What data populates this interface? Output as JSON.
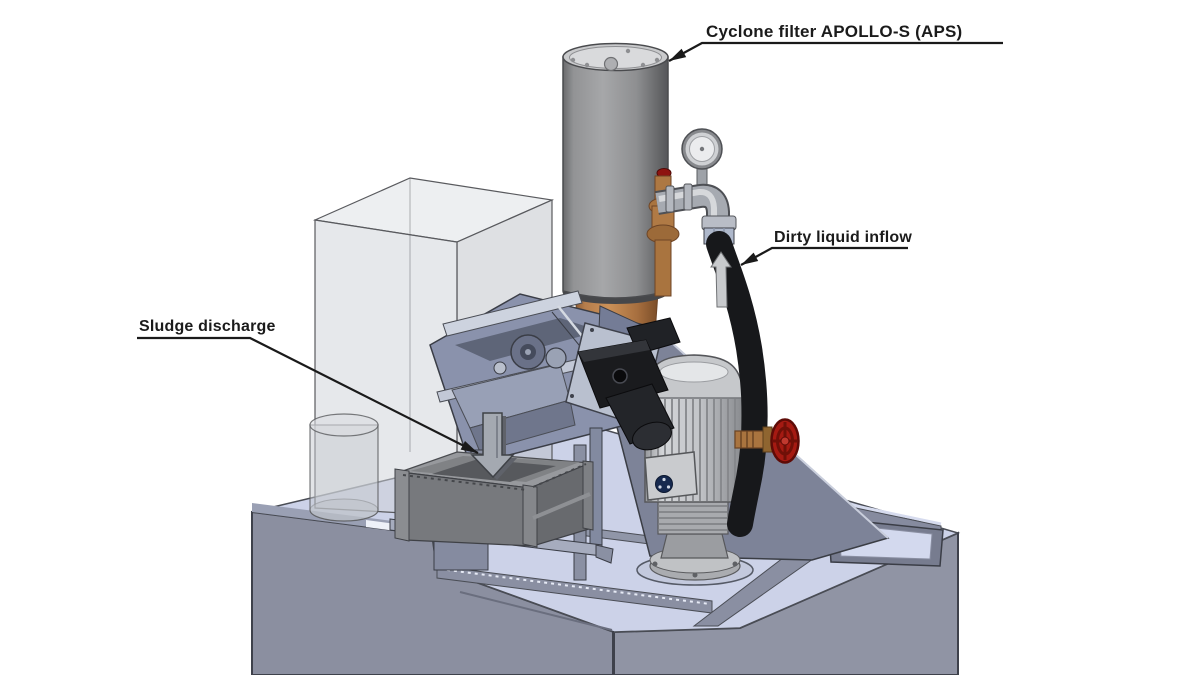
{
  "labels": {
    "cyclone_filter": "Cyclone filter APOLLO-S (APS)",
    "dirty_liquid_inflow": "Dirty liquid inflow",
    "sludge_discharge": "Sludge discharge"
  },
  "annotations": {
    "inflow_arrow_direction": "up",
    "discharge_arrow_direction": "down"
  },
  "colors": {
    "background": "#ffffff",
    "label_text": "#1b1b1b",
    "leader_line": "#1a1a1a",
    "tank_top": "#ccd2e8",
    "tank_front": "#8b8fa0",
    "tank_right": "#9094a4",
    "filter_body": "#909296",
    "filter_cone_copper": "#bb8354",
    "hose_black": "#17181b",
    "valve_wheel_red": "#a51a12",
    "brass_fitting": "#a9743f",
    "pump_body": "#c6c8cb",
    "machinery_steel": "#8a92ac",
    "sludge_box": "#77797d",
    "flow_arrow": "#c8cacd",
    "discharge_arrow": "#a4a9b1"
  }
}
